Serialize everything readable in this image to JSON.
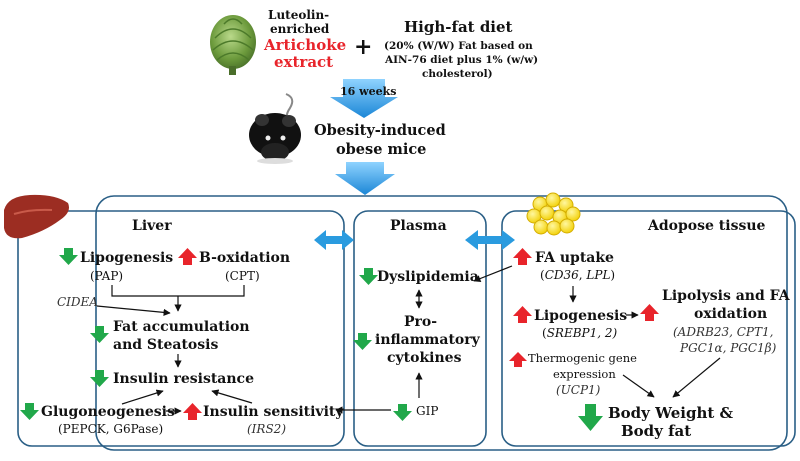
{
  "colors": {
    "box_stroke": "#2a5f86",
    "up_arrow": "#e8242b",
    "down_arrow": "#21a84a",
    "blue_arrow": "#2a9bdf",
    "red_text": "#e8242b"
  },
  "top": {
    "extract_line1": "Luteolin-",
    "extract_line2": "enriched",
    "extract_line3": "Artichoke",
    "extract_line4": "extract",
    "plus": "+",
    "diet_title": "High-fat diet",
    "diet_line1": "(20% (W/W) Fat based on",
    "diet_line2": "AIN-76 diet plus 1% (w/w)",
    "diet_line3": "cholesterol)",
    "duration": "16 weeks",
    "model_line1": "Obesity-induced",
    "model_line2": "obese mice"
  },
  "liver": {
    "title": "Liver",
    "lipogenesis": "Lipogenesis",
    "lipogenesis_marker": "(PAP)",
    "oxidation": "B-oxidation",
    "oxidation_marker": "(CPT)",
    "cidea": "CIDEA",
    "fat_line1": "Fat accumulation",
    "fat_line2": "and Steatosis",
    "insulin_resistance": "Insulin resistance",
    "gluconeogenesis": "Glugoneogenesis",
    "gluconeogenesis_markers": "(PEPCK, G6Pase)",
    "insulin_sensitivity": "Insulin sensitivity",
    "insulin_sensitivity_marker": "(IRS2)"
  },
  "plasma": {
    "title": "Plasma",
    "dyslipidemia": "Dyslipidemia",
    "cytokines_line1": "Pro-",
    "cytokines_line2": "inflammatory",
    "cytokines_line3": "cytokines",
    "gip": "GIP"
  },
  "adipose": {
    "title": "Adopose tissue",
    "fa_uptake": "FA uptake",
    "fa_uptake_markers_open": "(",
    "fa_uptake_m1": "CD36",
    "fa_uptake_sep": ", ",
    "fa_uptake_m2": "LPL",
    "fa_uptake_close": ")",
    "lipogenesis": "Lipogenesis",
    "lipogenesis_markers_open": "(",
    "lipogenesis_m1": "SREBP1",
    "lipogenesis_rest": ", 2)",
    "lipolysis_line1": "Lipolysis and FA",
    "lipolysis_line2": "oxidation",
    "lipolysis_markers_line1": "(ADRB23, CPT1,",
    "lipolysis_markers_line2": "PGC1α, PGC1β)",
    "thermo_line1": "Thermogenic gene",
    "thermo_line2": "expression",
    "thermo_marker": "(UCP1)",
    "outcome_line1": "Body Weight &",
    "outcome_line2": "Body fat"
  },
  "icons": [
    "artichoke-icon",
    "mouse-icon",
    "liver-icon",
    "adipocyte-cluster-icon",
    "up-arrow-icon",
    "down-arrow-icon",
    "double-arrow-icon",
    "down-chevron-arrow-icon"
  ]
}
